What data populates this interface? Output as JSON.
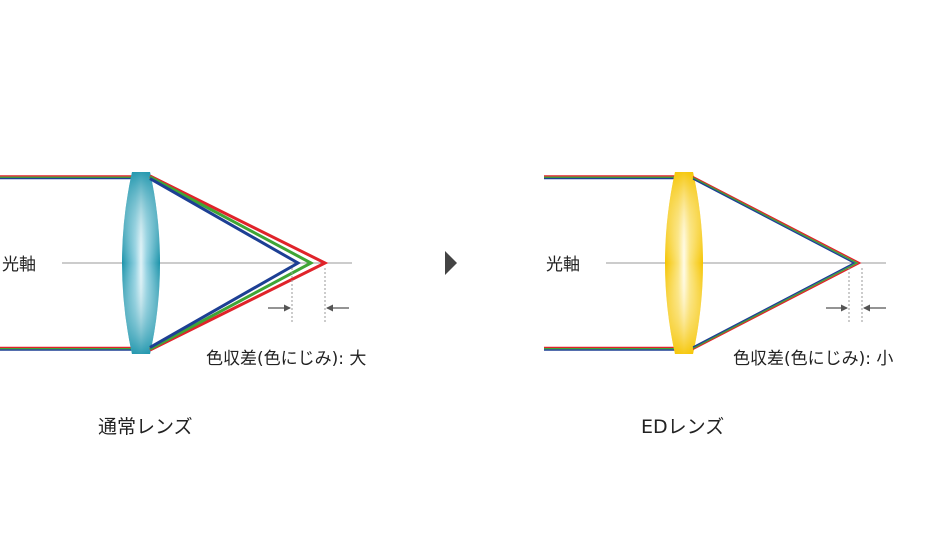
{
  "colors": {
    "red": "#e0232a",
    "green": "#3fa535",
    "blue": "#1d3f94",
    "axis": "#9a9a9a",
    "lens_normal": "#1b93aa",
    "lens_ed": "#f5c400",
    "arrow": "#555555"
  },
  "left_panel": {
    "axis_label": "光軸",
    "aberration_label": "色収差(色にじみ): 大",
    "caption": "通常レンズ"
  },
  "right_panel": {
    "axis_label": "光軸",
    "aberration_label": "色収差(色にじみ): 小",
    "caption": "EDレンズ"
  },
  "separator_icon": "play-triangle-icon"
}
